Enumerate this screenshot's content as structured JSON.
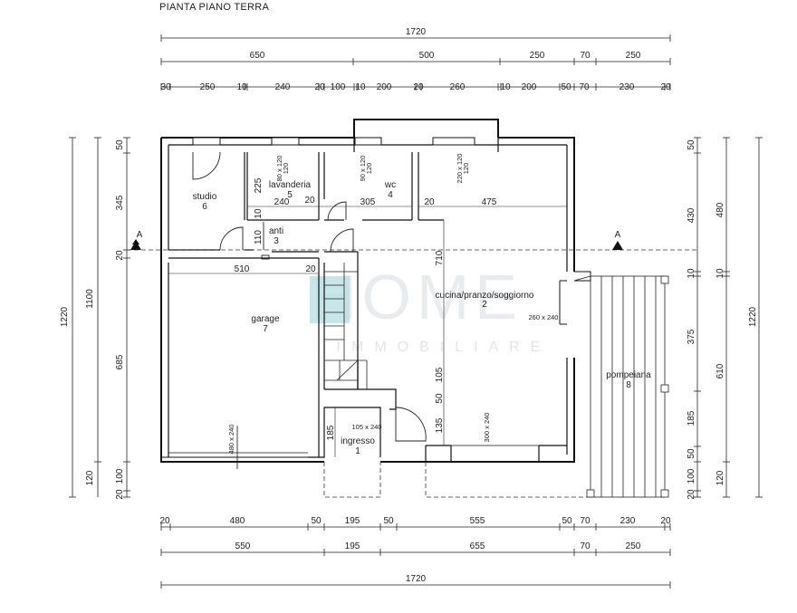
{
  "title": "PIANTA PIANO TERRA",
  "watermark": {
    "main": "HOME",
    "sub": "IMMOBILIARE"
  },
  "section_marker": "A",
  "dims_top": {
    "total": "1720",
    "row2": [
      "650",
      "500",
      "250",
      "70",
      "250"
    ],
    "row3": [
      "30",
      "250",
      "10",
      "240",
      "20",
      "100",
      "10",
      "200",
      "20",
      "260",
      "10",
      "200",
      "50",
      "70",
      "230",
      "20"
    ]
  },
  "dims_bottom": {
    "row1": [
      "20",
      "480",
      "50",
      "195",
      "50",
      "555",
      "50",
      "70",
      "230",
      "20"
    ],
    "row2": [
      "550",
      "195",
      "655",
      "70",
      "250"
    ],
    "total": "1720"
  },
  "dims_left": {
    "outer": "1220",
    "mid": "1100",
    "inner": [
      "50",
      "345",
      "20",
      "685",
      "120",
      "100",
      "20"
    ]
  },
  "dims_right": {
    "outer": "1220",
    "mid": [
      "480",
      "10",
      "610",
      "120"
    ],
    "inner": [
      "50",
      "430",
      "10",
      "375",
      "185",
      "50",
      "100",
      "20"
    ]
  },
  "rooms": [
    {
      "name": "studio",
      "num": "6"
    },
    {
      "name": "lavanderia",
      "num": "5"
    },
    {
      "name": "wc",
      "num": "4"
    },
    {
      "name": "anti",
      "num": "3"
    },
    {
      "name": "cucina/pranzo/soggiorno",
      "num": "2"
    },
    {
      "name": "garage",
      "num": "7"
    },
    {
      "name": "ingresso",
      "num": "1"
    },
    {
      "name": "pompeiana",
      "num": "8"
    }
  ],
  "interior_dims": [
    "225",
    "240",
    "20",
    "305",
    "20",
    "475",
    "10",
    "110",
    "510",
    "20",
    "710",
    "105",
    "50",
    "135",
    "185"
  ],
  "openings": {
    "lav_window": "80 x 120",
    "lav_window_sub": "120",
    "wc_window": "90 x 120",
    "wc_window_sub": "120",
    "kitchen_window": "220 x 120",
    "kitchen_window_sub": "120",
    "living_door": "260 x 240",
    "entry_door": "105 x 240",
    "patio_door": "300 x 240",
    "garage_door": "480 x 240"
  }
}
